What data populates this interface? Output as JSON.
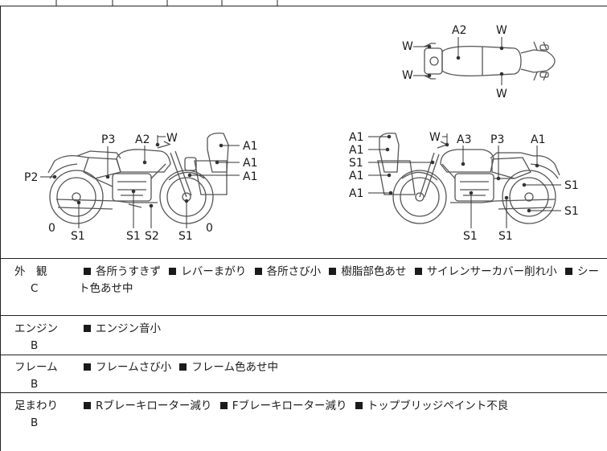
{
  "diagram": {
    "side_view_left": {
      "labels": [
        "P3",
        "A2",
        "W",
        "A1",
        "A1",
        "A1",
        "P2",
        "0",
        "S1",
        "S1",
        "S2",
        "S1",
        "0"
      ]
    },
    "top_view": {
      "labels": [
        "A2",
        "W",
        "W",
        "W",
        "W"
      ]
    },
    "side_view_right": {
      "labels": [
        "A1",
        "A1",
        "S1",
        "A1",
        "A1",
        "W",
        "A3",
        "P3",
        "A1",
        "S1",
        "S1",
        "S1",
        "S1"
      ]
    }
  },
  "rows": [
    {
      "category": "外　観",
      "grade": "C",
      "items": [
        "各所うすきず",
        "レバーまがり",
        "各所さび小",
        "樹脂部色あせ",
        "サイレンサーカバー削れ小",
        "シート色あせ中"
      ]
    },
    {
      "category": "エンジン",
      "grade": "B",
      "items": [
        "エンジン音小"
      ]
    },
    {
      "category": "フレーム",
      "grade": "B",
      "items": [
        "フレームさび小",
        "フレーム色あせ中"
      ]
    },
    {
      "category": "足まわり",
      "grade": "B",
      "items": [
        "Rブレーキローター減り",
        "Fブレーキローター減り",
        "トップブリッジペイント不良"
      ]
    }
  ]
}
